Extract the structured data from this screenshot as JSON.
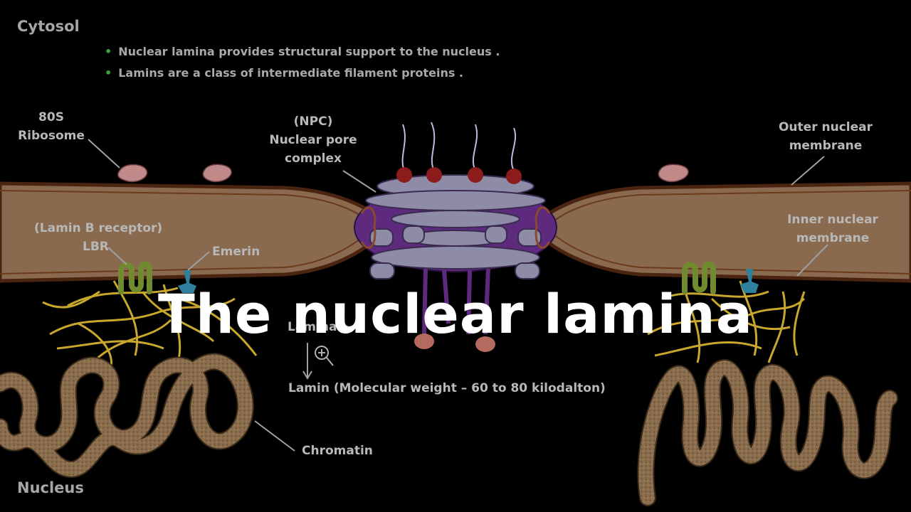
{
  "regions": {
    "cytosol": "Cytosol",
    "nucleus": "Nucleus"
  },
  "bullets": [
    "Nuclear lamina provides structural support to the nucleus .",
    "Lamins are a class of intermediate filament proteins ."
  ],
  "labels": {
    "ribosome_line1": "80S",
    "ribosome_line2": "Ribosome",
    "npc_line1": "(NPC)",
    "npc_line2": "Nuclear pore",
    "npc_line3": "complex",
    "outer_line1": "Outer nuclear",
    "outer_line2": "membrane",
    "inner_line1": "Inner nuclear",
    "inner_line2": "membrane",
    "lbr_full": "(Lamin B receptor)",
    "lbr": "LBR",
    "emerin": "Emerin",
    "lamina": "Lamina",
    "lamin": "Lamin (Molecular weight – 60 to 80 kilodalton)",
    "chromatin": "Chromatin"
  },
  "overlay_title": "The nuclear lamina",
  "icons": [
    "zoom-in-icon"
  ],
  "colors": {
    "background": "#000000",
    "membrane_fill": "#8a6a4f",
    "membrane_edge": "#4a2410",
    "npc_purple": "#5e2a7e",
    "npc_grey": "#8d8ba6",
    "lamin_filament": "#c9a62c",
    "chromatin": "#8a6d4c",
    "lbr_green": "#6f8a2f",
    "emerin_teal": "#2f7f9e",
    "bullet_dot": "#3aa43a"
  }
}
